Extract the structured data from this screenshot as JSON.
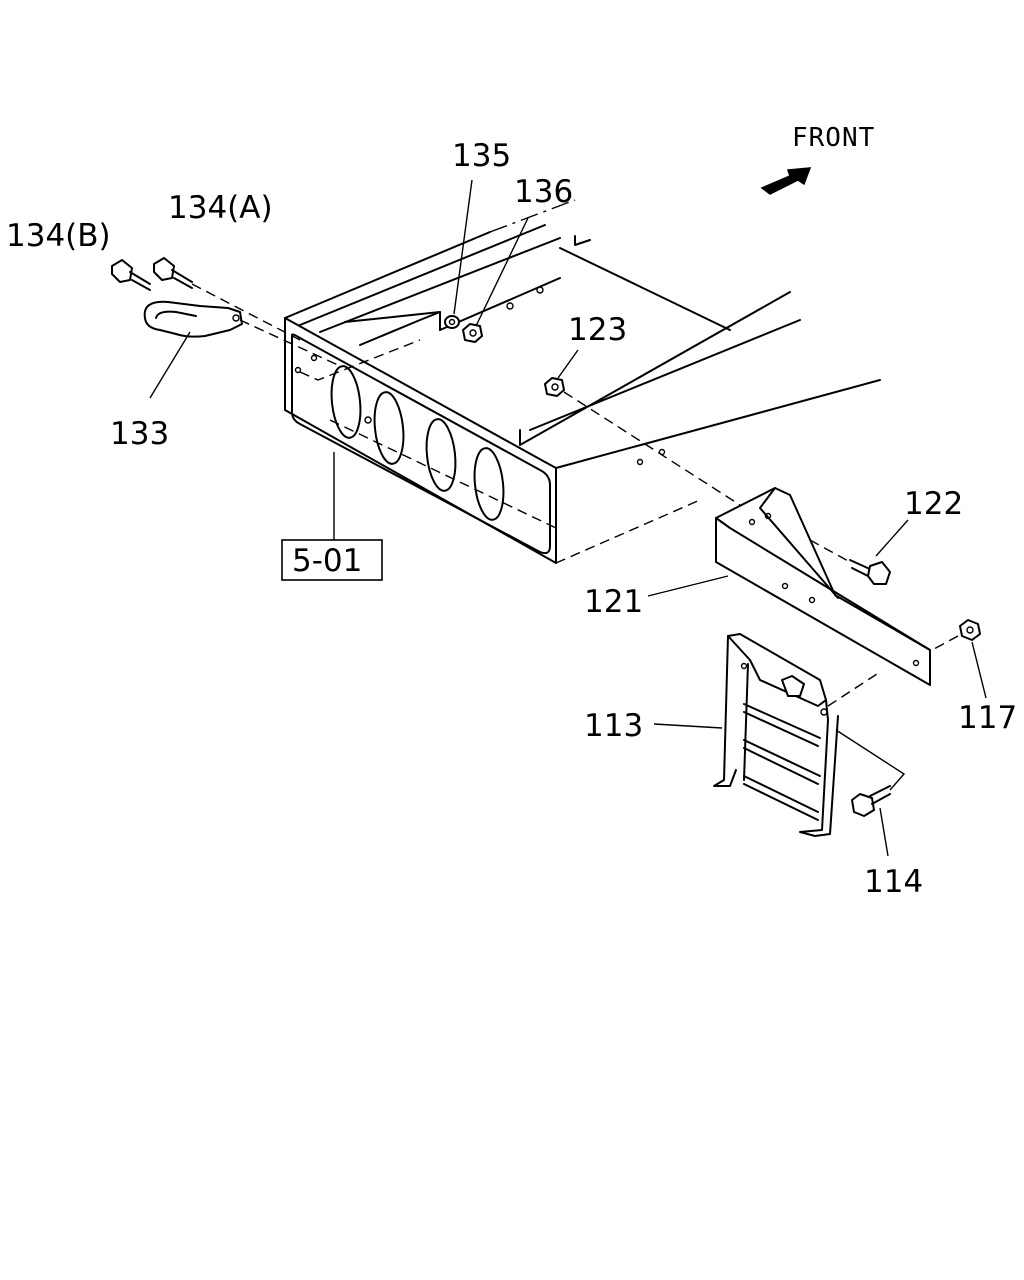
{
  "diagram": {
    "front_label": "FRONT",
    "parts": {
      "p113": "113",
      "p114": "114",
      "p117": "117",
      "p121": "121",
      "p122": "122",
      "p123": "123",
      "p133": "133",
      "p134a": "134(A)",
      "p134b": "134(B)",
      "p135": "135",
      "p136": "136",
      "ref": "5-01"
    }
  }
}
